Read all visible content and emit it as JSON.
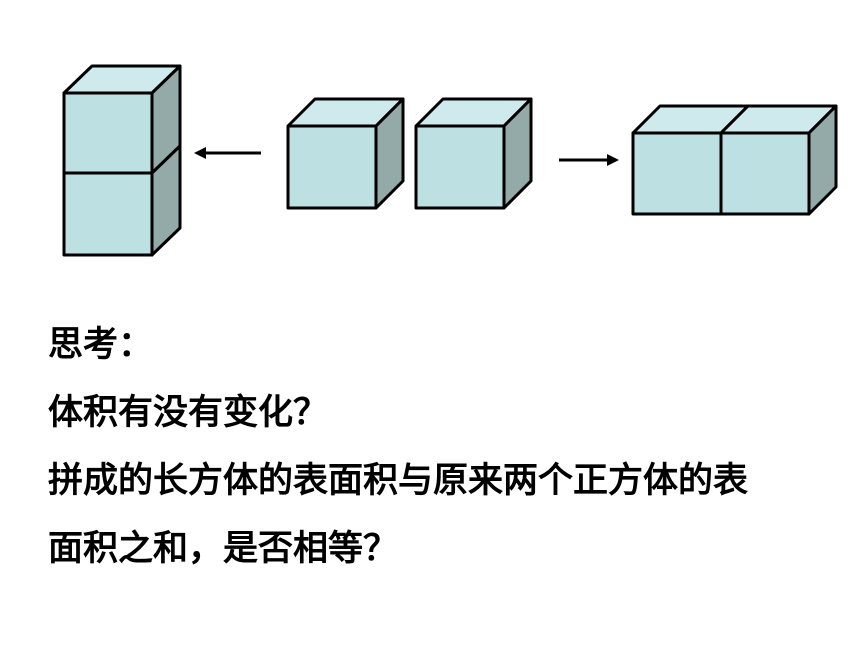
{
  "colors": {
    "cube_front": "#bde0e3",
    "cube_top": "#cfeaec",
    "cube_side": "#94aaa9",
    "stroke": "#000000",
    "text": "#000000"
  },
  "text": {
    "heading": "思考：",
    "question1": "体积有没有变化？",
    "question2_line1": "拼成的长方体的表面积与原来两个正方体的表",
    "question2_line2": "面积之和，是否相等？"
  }
}
